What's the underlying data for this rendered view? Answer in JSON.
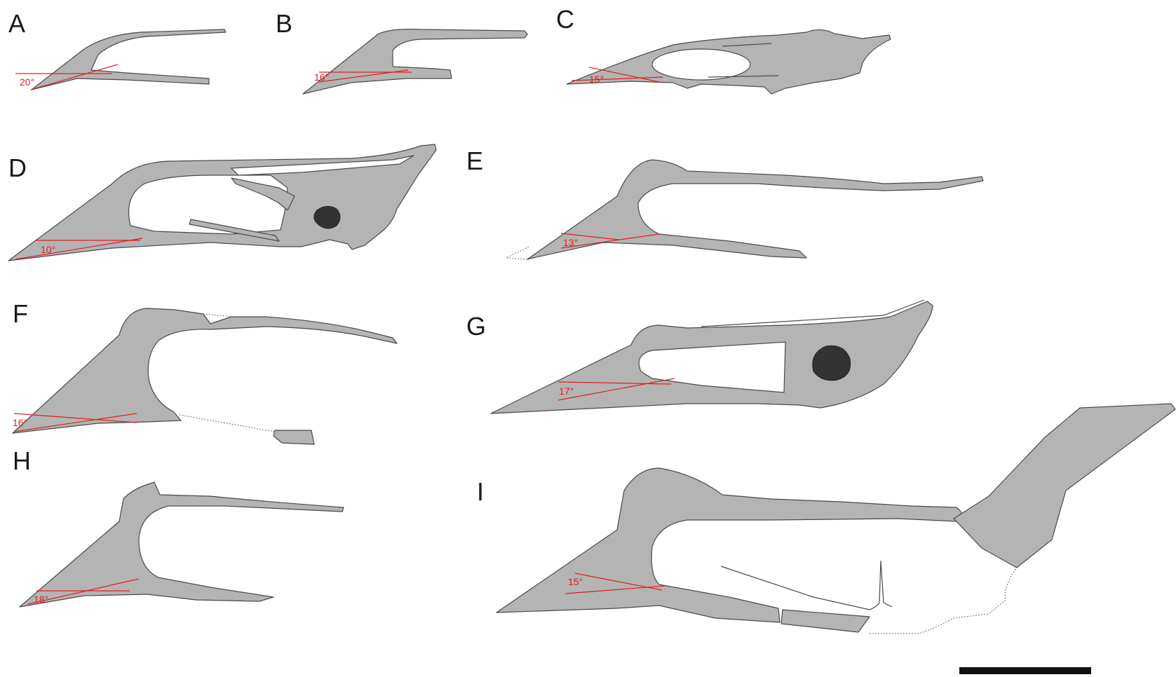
{
  "figure": {
    "colors": {
      "bone": "#b4b4b4",
      "outline": "#4a4a4a",
      "orbit": "#333333",
      "angle": "#e02020",
      "scale_bar": "#111111"
    },
    "panels": [
      {
        "letter": "A",
        "angle": "20°"
      },
      {
        "letter": "B",
        "angle": "16°"
      },
      {
        "letter": "C",
        "angle": "15°"
      },
      {
        "letter": "D",
        "angle": "10°"
      },
      {
        "letter": "E",
        "angle": "13°"
      },
      {
        "letter": "F",
        "angle": "16°"
      },
      {
        "letter": "G",
        "angle": "17°"
      },
      {
        "letter": "H",
        "angle": "18°"
      },
      {
        "letter": "I",
        "angle": "15°"
      }
    ]
  }
}
